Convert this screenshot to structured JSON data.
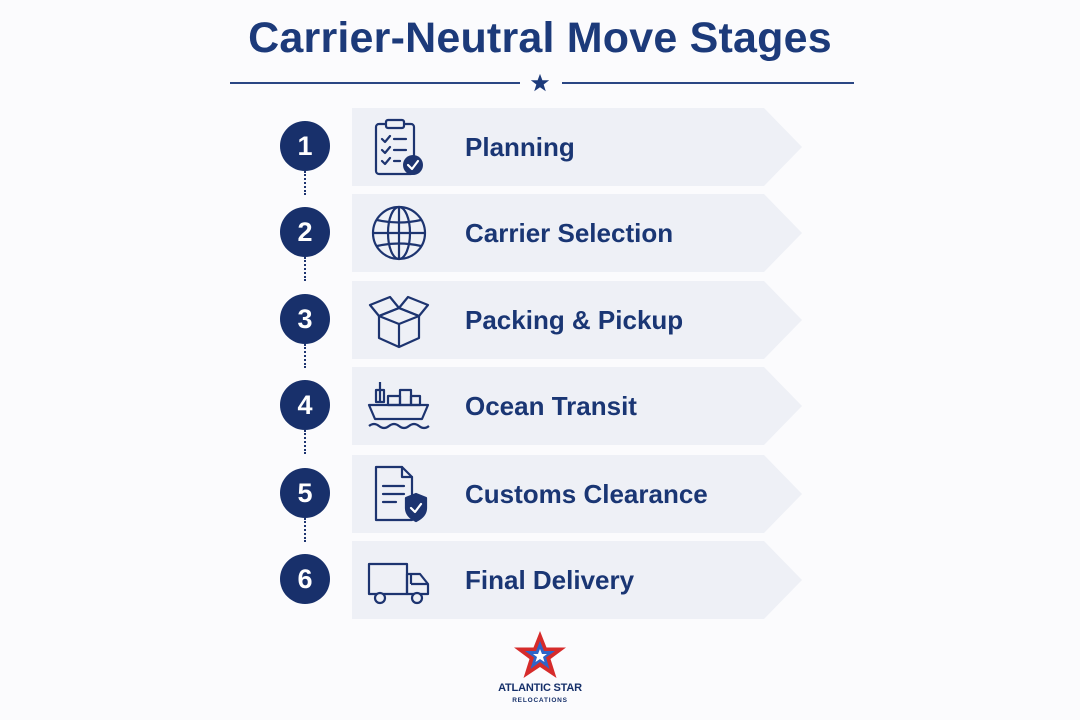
{
  "title": "Carrier-Neutral Move Stages",
  "stages": [
    {
      "number": "1",
      "label": "Planning",
      "icon": "clipboard-check-icon"
    },
    {
      "number": "2",
      "label": "Carrier Selection",
      "icon": "globe-icon"
    },
    {
      "number": "3",
      "label": "Packing & Pickup",
      "icon": "open-box-icon"
    },
    {
      "number": "4",
      "label": "Ocean Transit",
      "icon": "cargo-ship-icon"
    },
    {
      "number": "5",
      "label": "Customs Clearance",
      "icon": "document-shield-icon"
    },
    {
      "number": "6",
      "label": "Final Delivery",
      "icon": "delivery-truck-icon"
    }
  ],
  "logo": {
    "name": "ATLANTIC STAR",
    "tagline": "RELOCATIONS",
    "icon": "star-logo-icon"
  },
  "colors": {
    "navy": "#18306b",
    "card": "#eef0f6",
    "accent_red": "#d62b2b",
    "accent_blue": "#2f64c8"
  }
}
